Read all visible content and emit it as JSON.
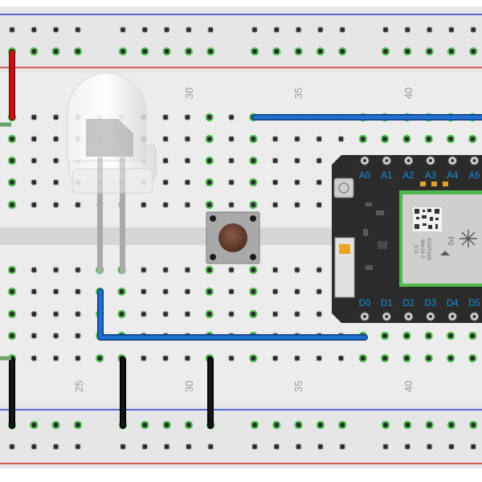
{
  "breadboard": {
    "column_labels_top": [
      "30",
      "35",
      "40"
    ],
    "column_labels_bottom": [
      "25",
      "30",
      "35",
      "40"
    ]
  },
  "microcontroller": {
    "top_pins": [
      "A0",
      "A1",
      "A2",
      "A3",
      "A4",
      "A5"
    ],
    "bottom_pins": [
      "D0",
      "D1",
      "D2",
      "D3",
      "D4",
      "D5"
    ],
    "chip_label": "P0",
    "chip_text": [
      "ESOTO68",
      "BM-09-S",
      "S73"
    ]
  },
  "wires": [
    {
      "name": "red-power-wire",
      "color": "#cc1111"
    },
    {
      "name": "blue-wire-top",
      "color": "#1e6fd0"
    },
    {
      "name": "blue-wire-bottom",
      "color": "#1e6fd0"
    },
    {
      "name": "black-ground-wire",
      "color": "#151515"
    }
  ],
  "colors": {
    "board": "#e6e6e6",
    "rail_red": "#d32f2f",
    "rail_blue": "#2a3fd1",
    "connected_hole": "#57c558",
    "pin_label": "#1a8fd8"
  }
}
